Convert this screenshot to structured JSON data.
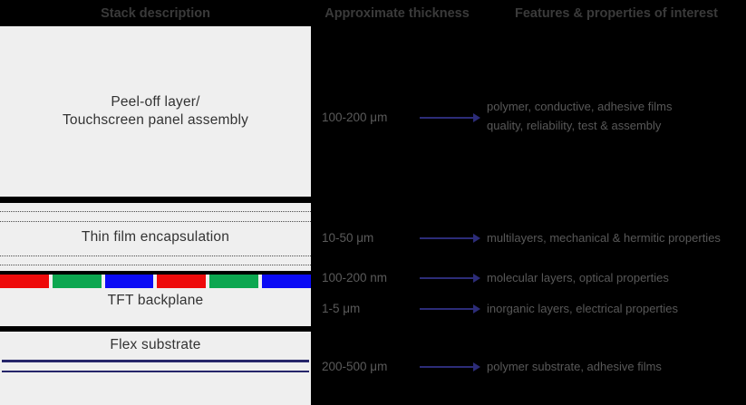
{
  "headers": {
    "stack": "Stack description",
    "thickness": "Approximate thickness",
    "features": "Features & properties of interest"
  },
  "stack": {
    "peel_off": {
      "line1": "Peel-off layer/",
      "line2": "Touchscreen panel assembly"
    },
    "encapsulation_label": "Thin film encapsulation",
    "tft_label": "TFT backplane",
    "flex_label": "Flex substrate",
    "subpixels": [
      {
        "name": "red",
        "color": "#ee0a0a"
      },
      {
        "name": "green",
        "color": "#0ca750"
      },
      {
        "name": "blue",
        "color": "#0b0bf5"
      },
      {
        "name": "red",
        "color": "#ee0a0a"
      },
      {
        "name": "green",
        "color": "#0ca750"
      },
      {
        "name": "blue",
        "color": "#0b0bf5"
      }
    ]
  },
  "rows": [
    {
      "thickness": "100-200 μm",
      "features": [
        "polymer, conductive, adhesive films",
        "quality, reliability, test & assembly"
      ]
    },
    {
      "thickness": "10-50 μm",
      "features": [
        "multilayers, mechanical & hermitic properties"
      ]
    },
    {
      "thickness": "100-200 nm",
      "features": [
        "molecular layers, optical properties"
      ]
    },
    {
      "thickness": "1-5 μm",
      "features": [
        "inorganic layers, electrical properties"
      ]
    },
    {
      "thickness": "200-500 μm",
      "features": [
        "polymer substrate, adhesive films"
      ]
    }
  ],
  "colors": {
    "bg": "#000000",
    "box": "#efefef",
    "header-text": "#3a3a3a",
    "label-text": "#333333",
    "thickness-text": "#5a5a5a",
    "features-text": "#585858",
    "arrow": "#2c2c78",
    "substrate-line": "#26266a",
    "dotted-line": "#4a4a4a"
  }
}
